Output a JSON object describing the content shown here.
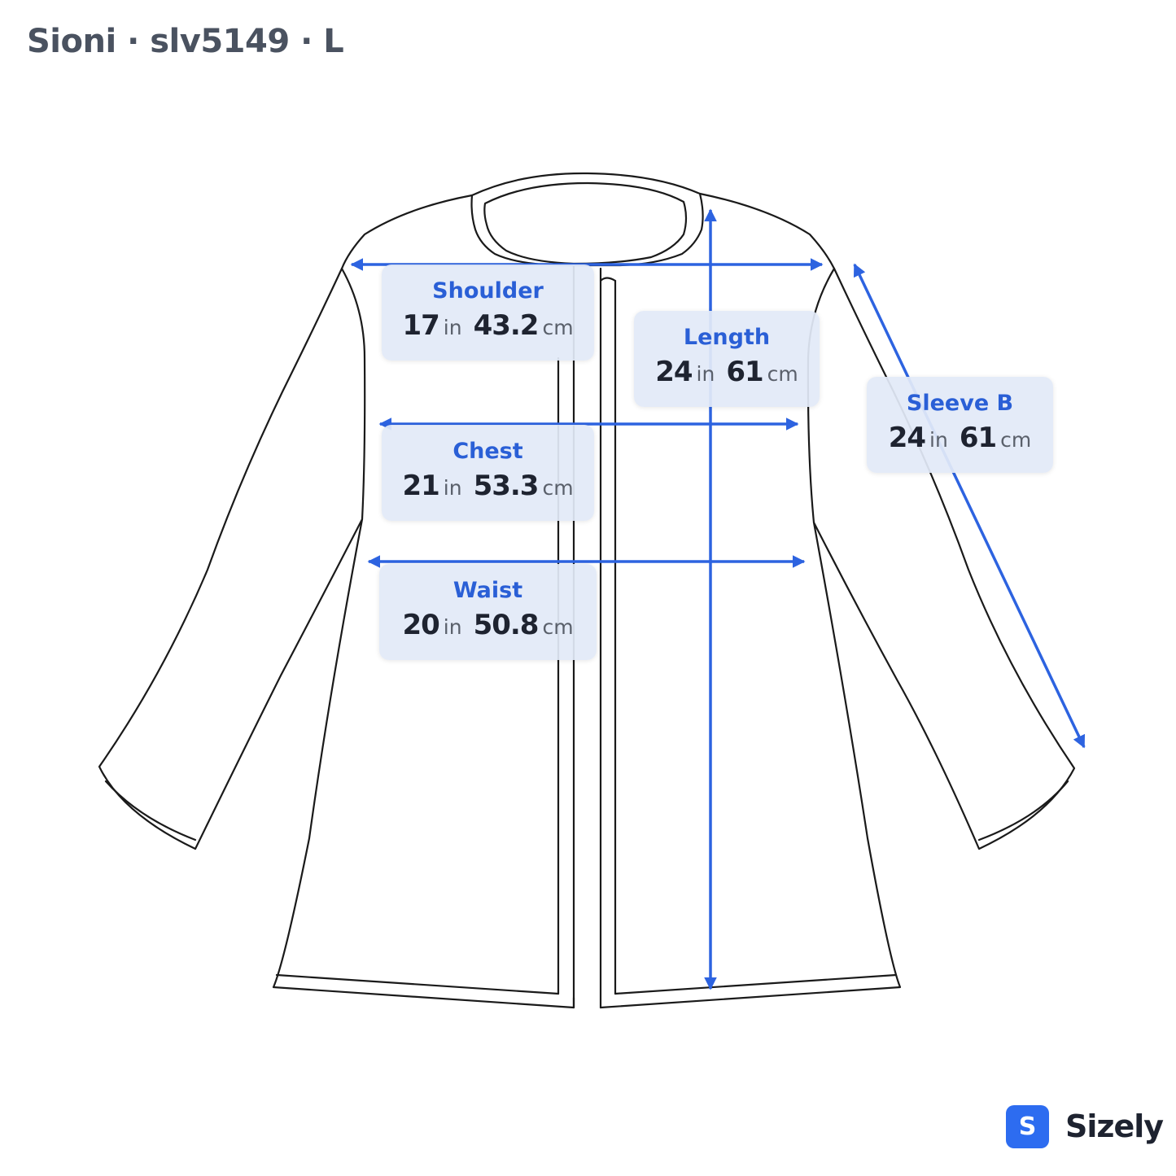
{
  "title": "Sioni · slv5149 · L",
  "colors": {
    "arrow": "#2d63e0",
    "label_bg": "#e2eaf8",
    "label_title": "#2a5fd6",
    "outline": "#1a1a1a"
  },
  "measurements": [
    {
      "name": "Shoulder",
      "in": "17",
      "in_unit": "in",
      "cm": "43.2",
      "cm_unit": "cm"
    },
    {
      "name": "Length",
      "in": "24",
      "in_unit": "in",
      "cm": "61",
      "cm_unit": "cm"
    },
    {
      "name": "Sleeve B",
      "in": "24",
      "in_unit": "in",
      "cm": "61",
      "cm_unit": "cm"
    },
    {
      "name": "Chest",
      "in": "21",
      "in_unit": "in",
      "cm": "53.3",
      "cm_unit": "cm"
    },
    {
      "name": "Waist",
      "in": "20",
      "in_unit": "in",
      "cm": "50.8",
      "cm_unit": "cm"
    }
  ],
  "brand": {
    "icon": "S",
    "icon_name": "sizely-logo-icon",
    "name": "Sizely"
  }
}
